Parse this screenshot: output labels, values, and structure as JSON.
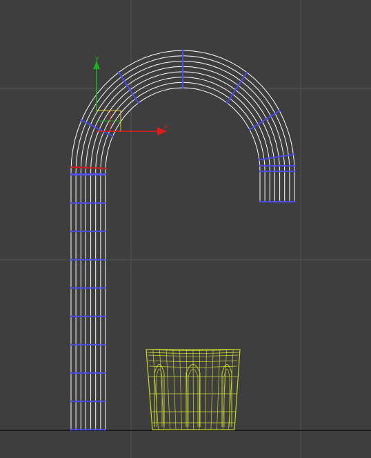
{
  "viewport": {
    "view": "front",
    "background_color": "#3e3e3e",
    "grid_color": "#575757",
    "ground_line_color": "#0f0f0f"
  },
  "gizmo": {
    "type": "move-transform-gizmo",
    "x_axis_label": "x",
    "y_axis_label": "y",
    "x_color": "#e01c1c",
    "y_color": "#1fb021",
    "plane_color": "#d4c82a"
  },
  "objects": {
    "pipe_spline": {
      "name": "arch-pipe",
      "wire_color": "#ffffff",
      "vertex_color": "#5050ff",
      "selected_edge_color": "#e01c1c"
    },
    "cup_mesh": {
      "name": "cup",
      "wire_color": "#c8d62a"
    }
  }
}
